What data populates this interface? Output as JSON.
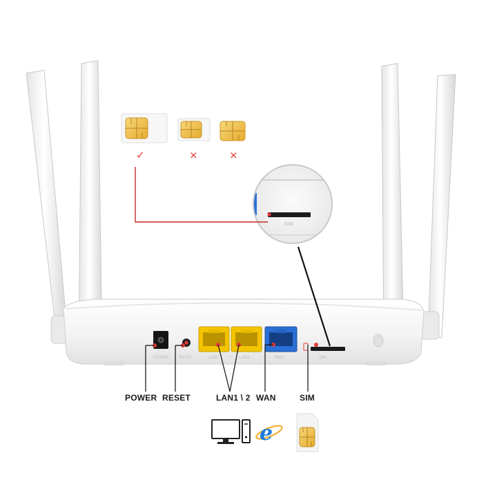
{
  "colors": {
    "router_body": "#f4f4f4",
    "lan_port": "#f3c400",
    "wan_port": "#2a6fd6",
    "marker_red": "#e53935",
    "callout_line": "#c62828",
    "sim_gold": "#f0c24a",
    "ie_blue": "#1d7bd8"
  },
  "port_labels": {
    "power": "POWER",
    "reset": "RESET",
    "lan": "LAN1 \\ 2",
    "wan": "WAN",
    "sim": "SIM"
  },
  "sim_sizes": [
    {
      "size": "standard",
      "mark": "✓",
      "accepted": true
    },
    {
      "size": "micro",
      "mark": "×",
      "accepted": false
    },
    {
      "size": "nano",
      "mark": "×",
      "accepted": false
    }
  ],
  "icons": [
    "desktop-computer-icon",
    "internet-explorer-icon",
    "sim-card-icon"
  ]
}
